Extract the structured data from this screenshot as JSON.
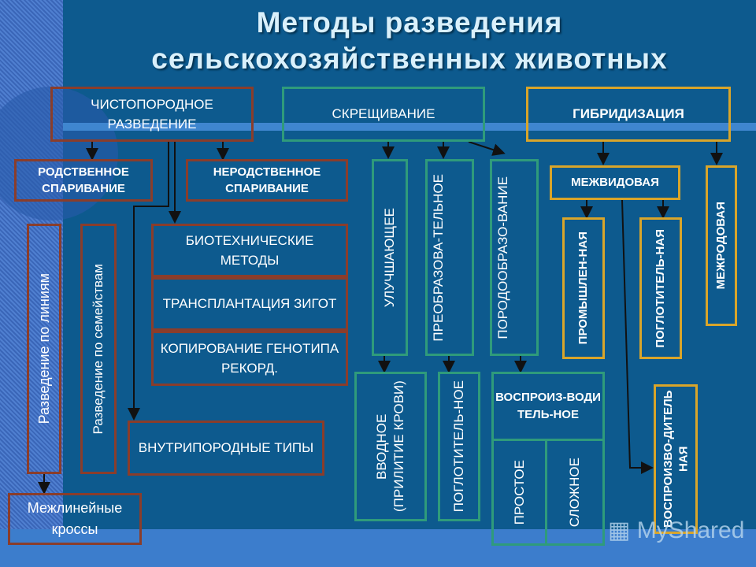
{
  "title": {
    "line1": "Методы разведения",
    "line2": "сельскохозяйственных животных"
  },
  "purebred": {
    "label": "ЧИСТОПОРОДНОЕ РАЗВЕДЕНИЕ",
    "related": "РОДСТВЕННОЕ СПАРИВАНИЕ",
    "unrelated": "НЕРОДСТВЕННОЕ СПАРИВАНИЕ",
    "lines": "Разведение по линиям",
    "families": "Разведение по семействам",
    "biotech": "БИОТЕХНИЧЕСКИЕ МЕТОДЫ",
    "transplant": "ТРАНСПЛАНТАЦИЯ ЗИГОТ",
    "copy": "КОПИРОВАНИЕ ГЕНОТИПА РЕКОРД.",
    "intrabreed": "ВНУТРИПОРОДНЫЕ ТИПЫ",
    "crosses": "Межлинейные кроссы"
  },
  "crossing": {
    "label": "СКРЕЩИВАНИЕ",
    "improving": "УЛУЧШАЮЩЕЕ",
    "transforming": "ПРЕОБРАЗОВА-ТЕЛЬНОЕ",
    "breedforming": "ПОРОДООБРАЗО-ВАНИЕ",
    "introductory": "ВВОДНОЕ (ПРИЛИТИЕ КРОВИ)",
    "absorbing": "ПОГЛОТИТЕЛЬ-НОЕ",
    "reproductive": "ВОСПРОИЗ-ВОДИТЕЛЬ-НОЕ",
    "simple": "ПРОСТОЕ",
    "complex": "СЛОЖНОЕ"
  },
  "hybrid": {
    "label": "ГИБРИДИЗАЦИЯ",
    "interspecies": "МЕЖВИДОВАЯ",
    "intergeneric": "МЕЖРОДОВАЯ",
    "industrial": "ПРОМЫШЛЕН-НАЯ",
    "absorbing": "ПОГЛОТИТЕЛЬ-НАЯ",
    "reproductive": "ВОСПРОИЗВО-ДИТЕЛЬНАЯ"
  },
  "watermark": "MyShared"
}
